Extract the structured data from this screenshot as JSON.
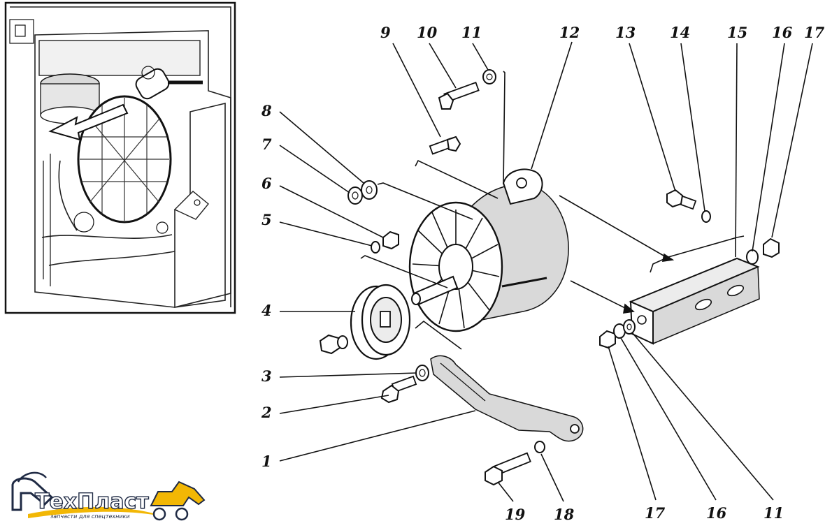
{
  "callouts": [
    "1",
    "2",
    "3",
    "4",
    "5",
    "6",
    "7",
    "8",
    "9",
    "10",
    "11",
    "12",
    "13",
    "14",
    "15",
    "16",
    "17",
    "16",
    "17",
    "11",
    "19",
    "18"
  ],
  "logo": {
    "name": "ТехПласт",
    "tagline": "запчасти для спецтехники",
    "accent_color": "#f2b705",
    "text_color": "#1f2a44"
  }
}
